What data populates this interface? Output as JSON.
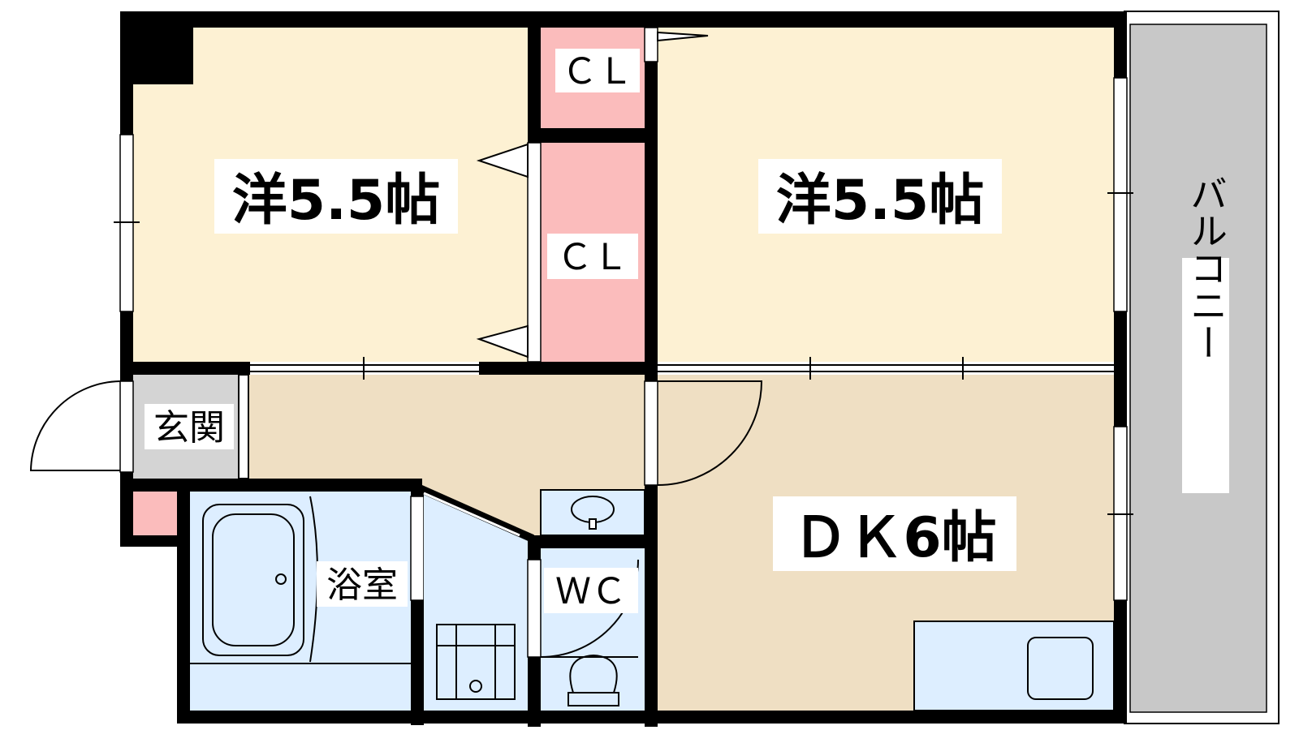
{
  "rooms": {
    "western_room_left": "洋5.5帖",
    "western_room_right": "洋5.5帖",
    "dining_kitchen": "ＤＫ6帖",
    "closet_upper": "ＣＬ",
    "closet_lower": "ＣＬ",
    "entrance": "玄関",
    "bathroom": "浴室",
    "toilet": "ＷＣ",
    "balcony": "バルコニー"
  },
  "colors": {
    "western_room_floor": "#fdf1d3",
    "dk_floor": "#efdfc3",
    "hallway_floor": "#efdfc3",
    "closet": "#fbbcbc",
    "wet_area": "#ddeeff",
    "entrance_floor": "#d4d4d4",
    "balcony": "#c8c8c8",
    "wall": "#000000"
  }
}
